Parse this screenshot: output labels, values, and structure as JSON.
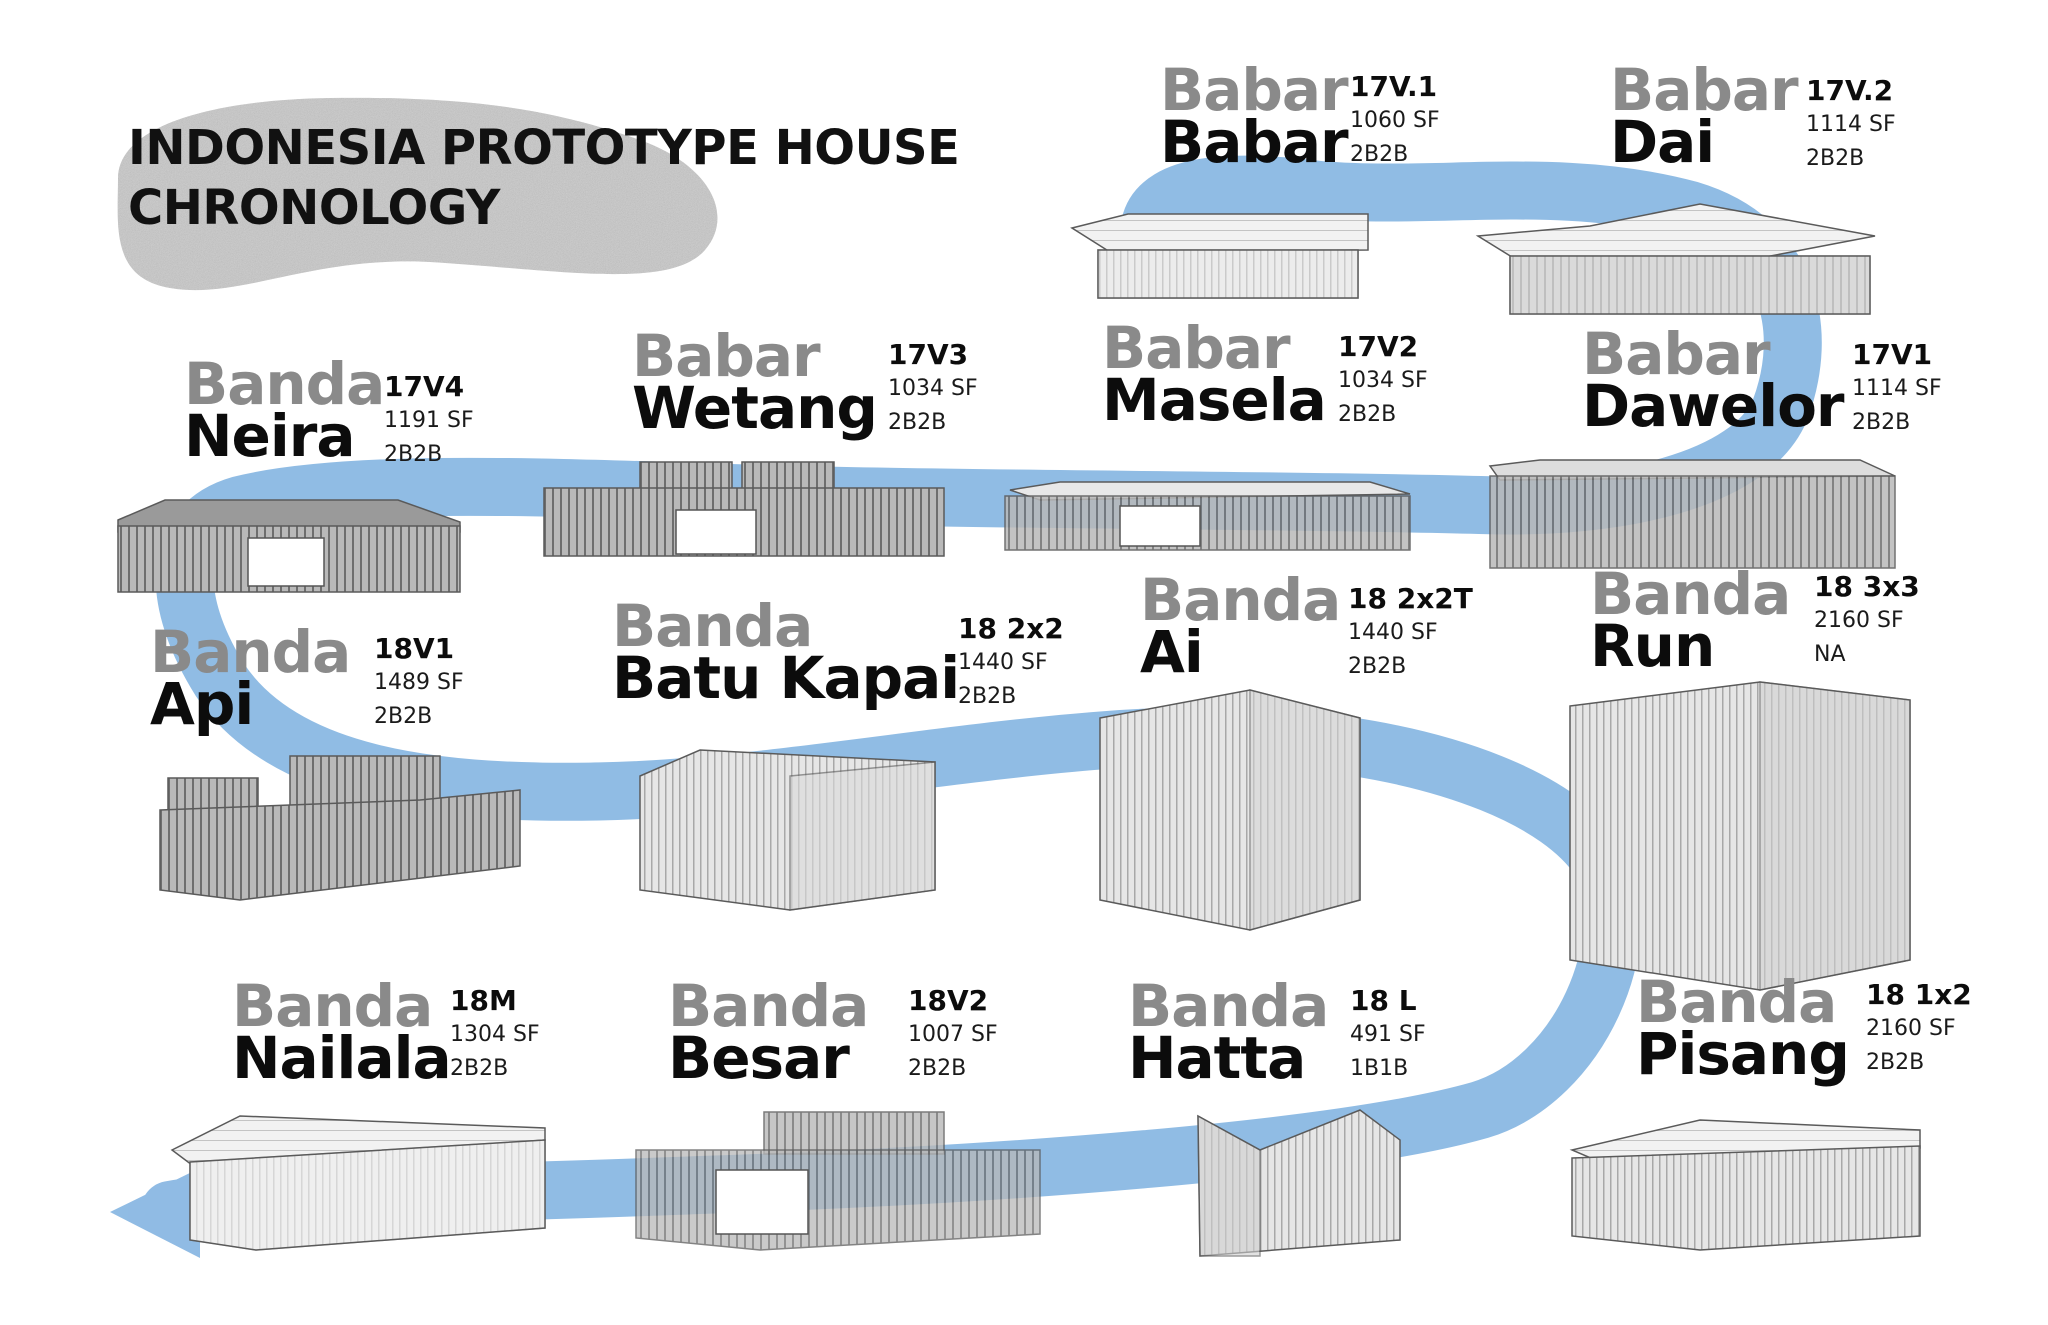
{
  "title": {
    "line1": "INDONESIA PROTOTYPE HOUSE",
    "line2": "CHRONOLOGY"
  },
  "colors": {
    "path": "#87b6e2",
    "family_text": "#8a8a8a",
    "name_text": "#0c0c0c",
    "blob": "#c9c9c9"
  },
  "houses": [
    {
      "id": "babar-babar",
      "family": "Babar",
      "name": "Babar",
      "code": "17V.1",
      "area": "1060 SF",
      "beds": "2B2B"
    },
    {
      "id": "babar-dai",
      "family": "Babar",
      "name": "Dai",
      "code": "17V.2",
      "area": "1114 SF",
      "beds": "2B2B"
    },
    {
      "id": "banda-neira",
      "family": "Banda",
      "name": "Neira",
      "code": "17V4",
      "area": "1191 SF",
      "beds": "2B2B"
    },
    {
      "id": "babar-wetang",
      "family": "Babar",
      "name": "Wetang",
      "code": "17V3",
      "area": "1034 SF",
      "beds": "2B2B"
    },
    {
      "id": "babar-masela",
      "family": "Babar",
      "name": "Masela",
      "code": "17V2",
      "area": "1034 SF",
      "beds": "2B2B"
    },
    {
      "id": "babar-dawelor",
      "family": "Babar",
      "name": "Dawelor",
      "code": "17V1",
      "area": "1114 SF",
      "beds": "2B2B"
    },
    {
      "id": "banda-api",
      "family": "Banda",
      "name": "Api",
      "code": "18V1",
      "area": "1489 SF",
      "beds": "2B2B"
    },
    {
      "id": "banda-batu-kapai",
      "family": "Banda",
      "name": "Batu Kapai",
      "code": "18 2x2",
      "area": "1440 SF",
      "beds": "2B2B"
    },
    {
      "id": "banda-ai",
      "family": "Banda",
      "name": "Ai",
      "code": "18 2x2T",
      "area": "1440 SF",
      "beds": "2B2B"
    },
    {
      "id": "banda-run",
      "family": "Banda",
      "name": "Run",
      "code": "18 3x3",
      "area": "2160 SF",
      "beds": "NA"
    },
    {
      "id": "banda-nailala",
      "family": "Banda",
      "name": "Nailala",
      "code": "18M",
      "area": "1304 SF",
      "beds": "2B2B"
    },
    {
      "id": "banda-besar",
      "family": "Banda",
      "name": "Besar",
      "code": "18V2",
      "area": "1007 SF",
      "beds": "2B2B"
    },
    {
      "id": "banda-hatta",
      "family": "Banda",
      "name": "Hatta",
      "code": "18 L",
      "area": "491 SF",
      "beds": "1B1B"
    },
    {
      "id": "banda-pisang",
      "family": "Banda",
      "name": "Pisang",
      "code": "18 1x2",
      "area": "2160 SF",
      "beds": "2B2B"
    }
  ]
}
